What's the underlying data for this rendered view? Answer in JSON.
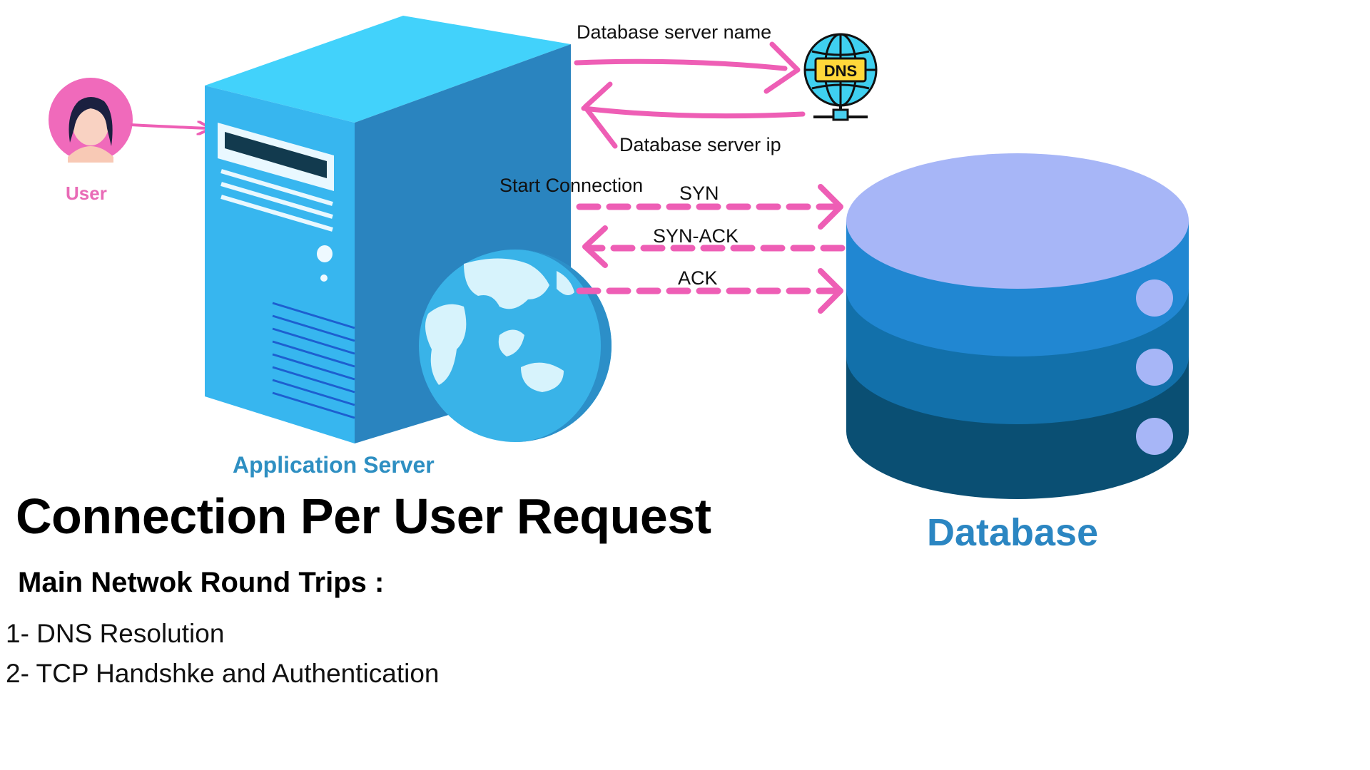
{
  "labels": {
    "user": "User",
    "app_server": "Application Server",
    "database": "Database",
    "dns_badge": "DNS",
    "db_server_name": "Database server name",
    "db_server_ip": "Database server ip",
    "start_connection": "Start Connection",
    "syn": "SYN",
    "syn_ack": "SYN-ACK",
    "ack": "ACK"
  },
  "title": "Connection Per User Request",
  "subtitle": "Main Netwok Round Trips :",
  "list": [
    "1- DNS Resolution",
    "2- TCP Handshke and Authentication"
  ],
  "icons": [
    "user-avatar-icon",
    "server-tower-icon",
    "globe-icon",
    "dns-globe-icon",
    "database-cylinder-icon"
  ],
  "colors": {
    "arrow": "#ee5eb5",
    "server_front": "#2f8fd0",
    "server_side": "#45b9ef",
    "db_top": "#a7b6f7",
    "db_layer1": "#2187d2",
    "db_layer2": "#1270aa",
    "db_layer3": "#0a4f73",
    "user_accent": "#e96bb7",
    "label_blue": "#2e8fc2"
  }
}
